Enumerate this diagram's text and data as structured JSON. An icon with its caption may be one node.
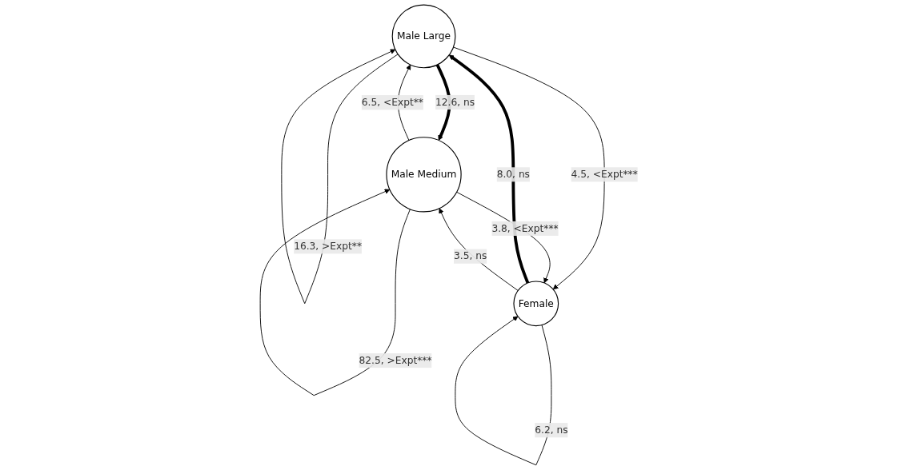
{
  "diagram": {
    "nodes": [
      {
        "text": [
          "Male Large"
        ]
      },
      {
        "text": [
          "Male Medium"
        ]
      },
      {
        "text": [
          "Female"
        ]
      }
    ],
    "edges": [
      {
        "from": 0,
        "to": 0,
        "arrow": "to",
        "label": "16.3, >Expt**"
      },
      {
        "from": 1,
        "to": 0,
        "arrow": "to",
        "label": "6.5, <Expt**"
      },
      {
        "from": 0,
        "to": 1,
        "arrow": "to",
        "label": "12.6, ns",
        "style": "thick"
      },
      {
        "from": 0,
        "to": 2,
        "arrow": "to",
        "label": "4.5, <Expt***"
      },
      {
        "from": 2,
        "to": 0,
        "arrow": "to",
        "label": "8.0, ns",
        "style": "thick"
      },
      {
        "from": 1,
        "to": 1,
        "arrow": "to",
        "label": "82.5, >Expt***"
      },
      {
        "from": 1,
        "to": 2,
        "arrow": "to",
        "label": "3.8, <Expt***"
      },
      {
        "from": 2,
        "to": 1,
        "arrow": "to",
        "label": "3.5, ns"
      },
      {
        "from": 2,
        "to": 2,
        "arrow": "to",
        "label": "6.2, ns"
      }
    ]
  }
}
